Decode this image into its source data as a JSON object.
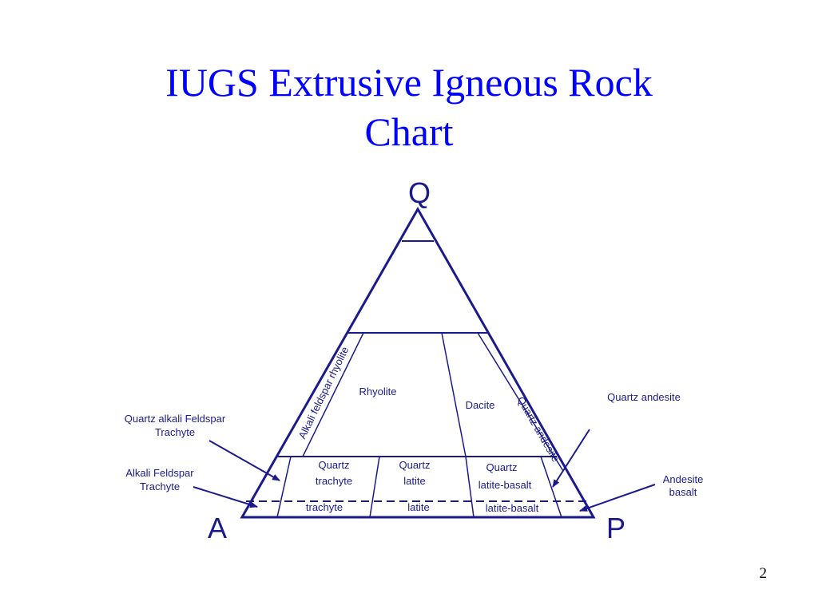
{
  "slide": {
    "title_line1": "IUGS Extrusive Igneous Rock",
    "title_line2": "Chart",
    "page_number": "2"
  },
  "diagram": {
    "colors": {
      "line": "#1a1a8c",
      "title": "#0000ff"
    },
    "vertices": {
      "top": "Q",
      "left": "A",
      "right": "P"
    },
    "fields": {
      "rhyolite": "Rhyolite",
      "dacite": "Dacite",
      "alkali_feldspar_rhyolite": "Alkali feldspar rhyolite",
      "quartz_andesite": "Quartz andesite",
      "quartz_trachyte_line1": "Quartz",
      "quartz_trachyte_line2": "trachyte",
      "quartz_latite_line1": "Quartz",
      "quartz_latite_line2": "latite",
      "quartz_latite_basalt_line1": "Quartz",
      "quartz_latite_basalt_line2": "latite-basalt",
      "trachyte": "trachyte",
      "latite": "latite",
      "latite_basalt": "latite-basalt"
    },
    "callouts": {
      "quartz_alkali_feldspar_trachyte_line1": "Quartz alkali Feldspar",
      "quartz_alkali_feldspar_trachyte_line2": "Trachyte",
      "alkali_feldspar_trachyte_line1": "Alkali Feldspar",
      "alkali_feldspar_trachyte_line2": "Trachyte",
      "quartz_andesite": "Quartz andesite",
      "andesite_basalt_line1": "Andesite",
      "andesite_basalt_line2": "basalt"
    }
  }
}
